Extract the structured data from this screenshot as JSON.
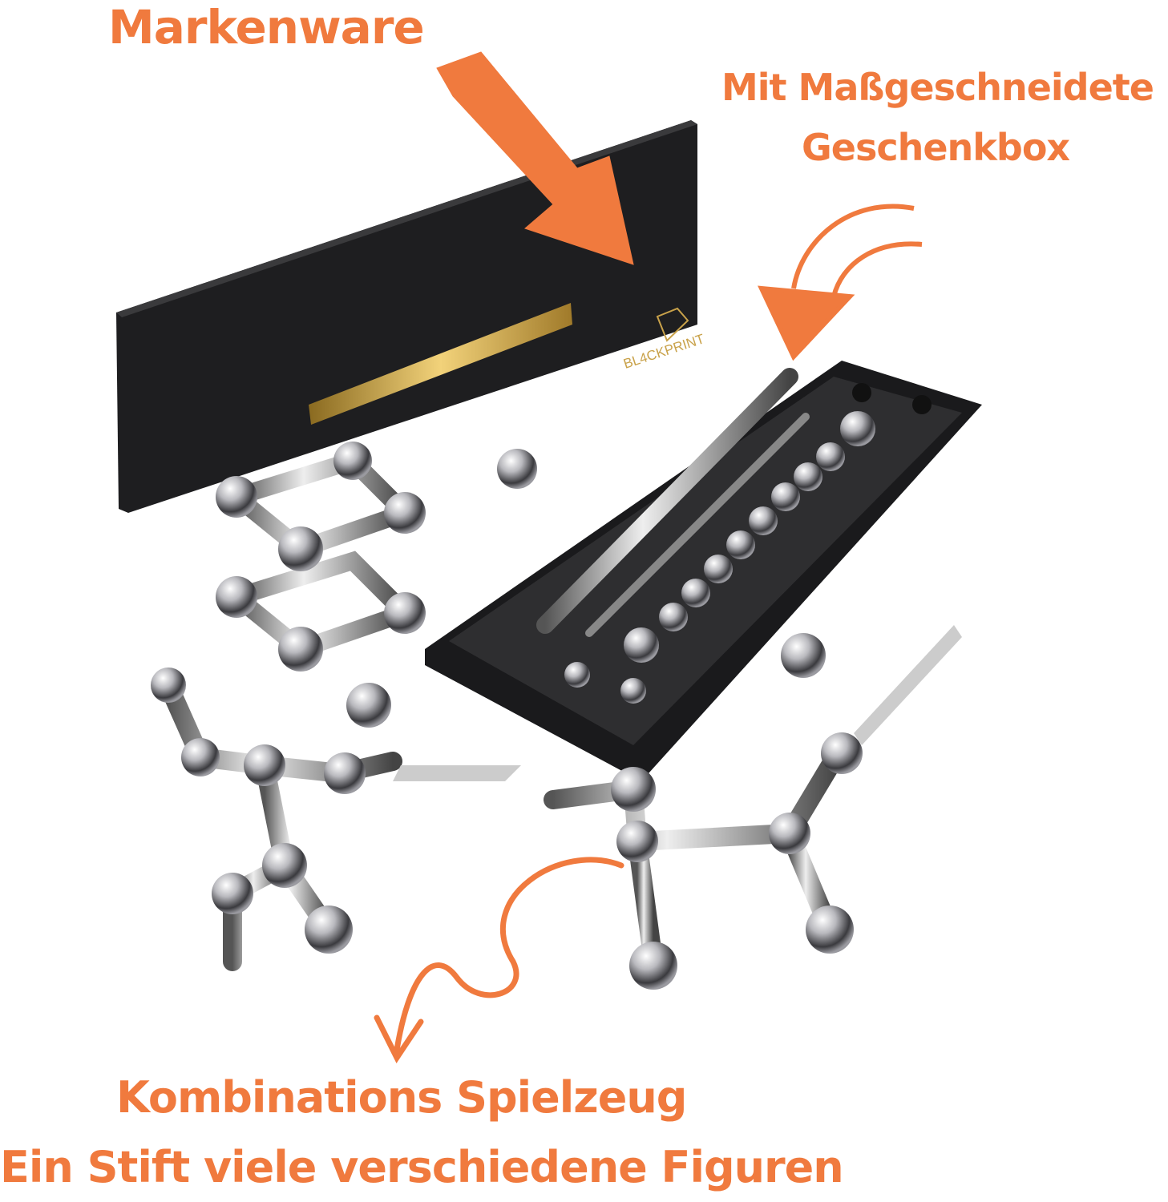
{
  "captions": {
    "brand": "Markenware",
    "gift_box_line1": "Mit Maßgeschneidete",
    "gift_box_line2": "Geschenkbox",
    "combo_line1": "Kombinations Spielzeug",
    "combo_line2": "Ein Stift viele verschiedene Figuren"
  },
  "logo": "BL4CKPRINT",
  "colors": {
    "accent": "#F07A3E",
    "box": "#1c1c1e",
    "gold": "#c9a24a",
    "silver": "#c8c8cc"
  }
}
